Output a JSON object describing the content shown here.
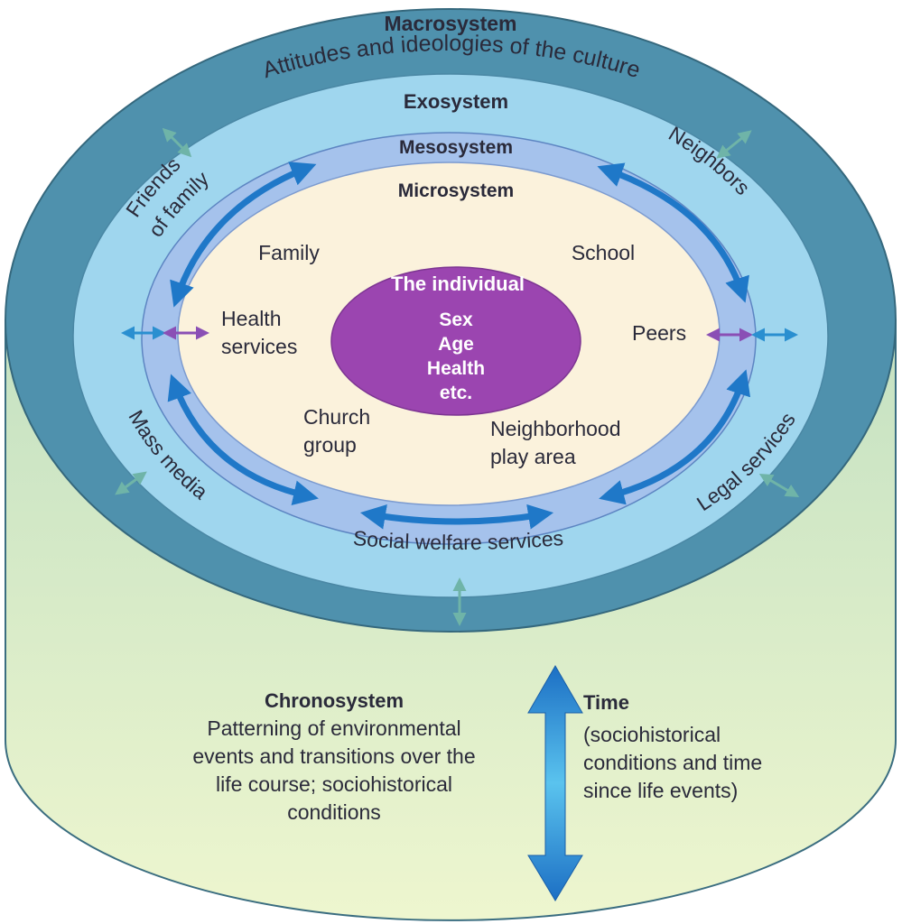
{
  "macrosystem": {
    "title": "Macrosystem",
    "subtitle": "Attitudes and ideologies of the culture"
  },
  "exosystem": {
    "title": "Exosystem",
    "items": {
      "friends": "Friends",
      "of_family": "of family",
      "neighbors": "Neighbors",
      "mass_media": "Mass media",
      "legal_services": "Legal services",
      "social_welfare": "Social welfare services"
    }
  },
  "mesosystem": {
    "title": "Mesosystem"
  },
  "microsystem": {
    "title": "Microsystem",
    "items": {
      "family": "Family",
      "school": "School",
      "health_1": "Health",
      "health_2": "services",
      "peers": "Peers",
      "church_1": "Church",
      "church_2": "group",
      "neighborhood_1": "Neighborhood",
      "neighborhood_2": "play area"
    }
  },
  "individual": {
    "title": "The individual",
    "traits": [
      "Sex",
      "Age",
      "Health",
      "etc."
    ]
  },
  "chronosystem": {
    "title": "Chronosystem",
    "lines": [
      "Patterning of environmental",
      "events and transitions over the",
      "life course; sociohistorical",
      "conditions"
    ]
  },
  "time": {
    "title": "Time",
    "lines": [
      "(sociohistorical",
      "conditions and time",
      "since life events)"
    ]
  },
  "colors": {
    "macro": "#4f91ad",
    "exo": "#9fd6ee",
    "meso": "#a5c2ec",
    "micro": "#fbf2dc",
    "individual": "#9b45b0",
    "cylinder_top": "#cfe8c8",
    "cylinder_bottom": "#eaf3c9",
    "arrow_blue": "#1f78c8"
  }
}
